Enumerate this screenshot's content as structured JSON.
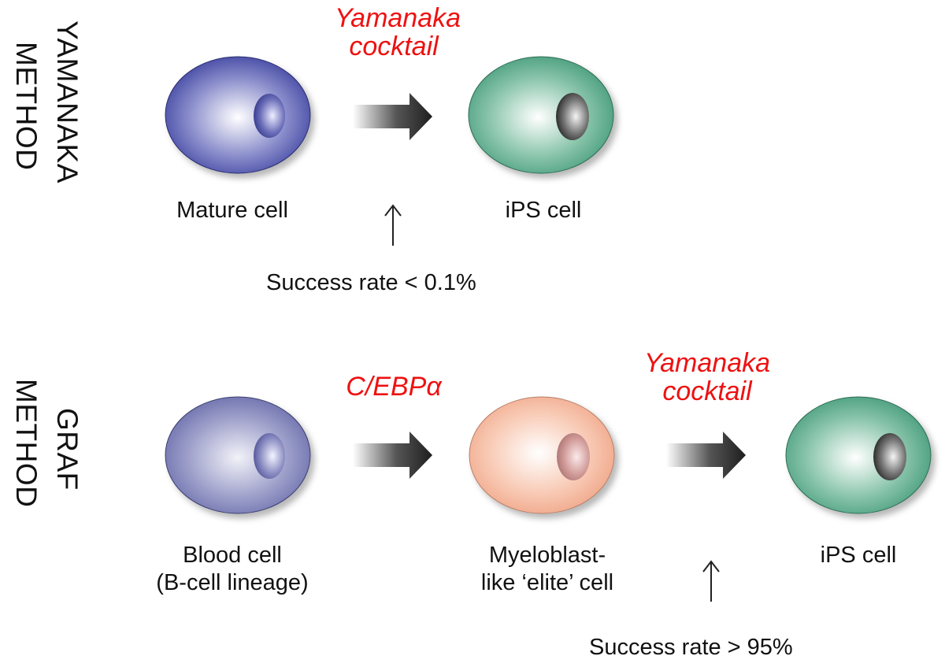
{
  "sections": {
    "yamanaka": {
      "title_line1": "YAMANAKA",
      "title_line2": "METHOD",
      "reagent_line1": "Yamanaka",
      "reagent_line2": "cocktail",
      "start_cell": "Mature cell",
      "end_cell": "iPS cell",
      "success_rate": "Success rate < 0.1%"
    },
    "graf": {
      "title_line1": "GRAF",
      "title_line2": "METHOD",
      "reagent1": "C/EBPα",
      "reagent2_line1": "Yamanaka",
      "reagent2_line2": "cocktail",
      "start_cell_line1": "Blood cell",
      "start_cell_line2": "(B-cell lineage)",
      "mid_cell_line1": "Myeloblast-",
      "mid_cell_line2": "like ‘elite’ cell",
      "end_cell": "iPS cell",
      "success_rate": "Success rate > 95%"
    }
  },
  "colors": {
    "reagent_text": "#ee1111",
    "mature_cell": "#3e44a0",
    "blood_cell": "#6e72ae",
    "myeloblast_cell": "#f0a888",
    "ips_cell": "#3f9a78",
    "arrow": "#222222"
  }
}
